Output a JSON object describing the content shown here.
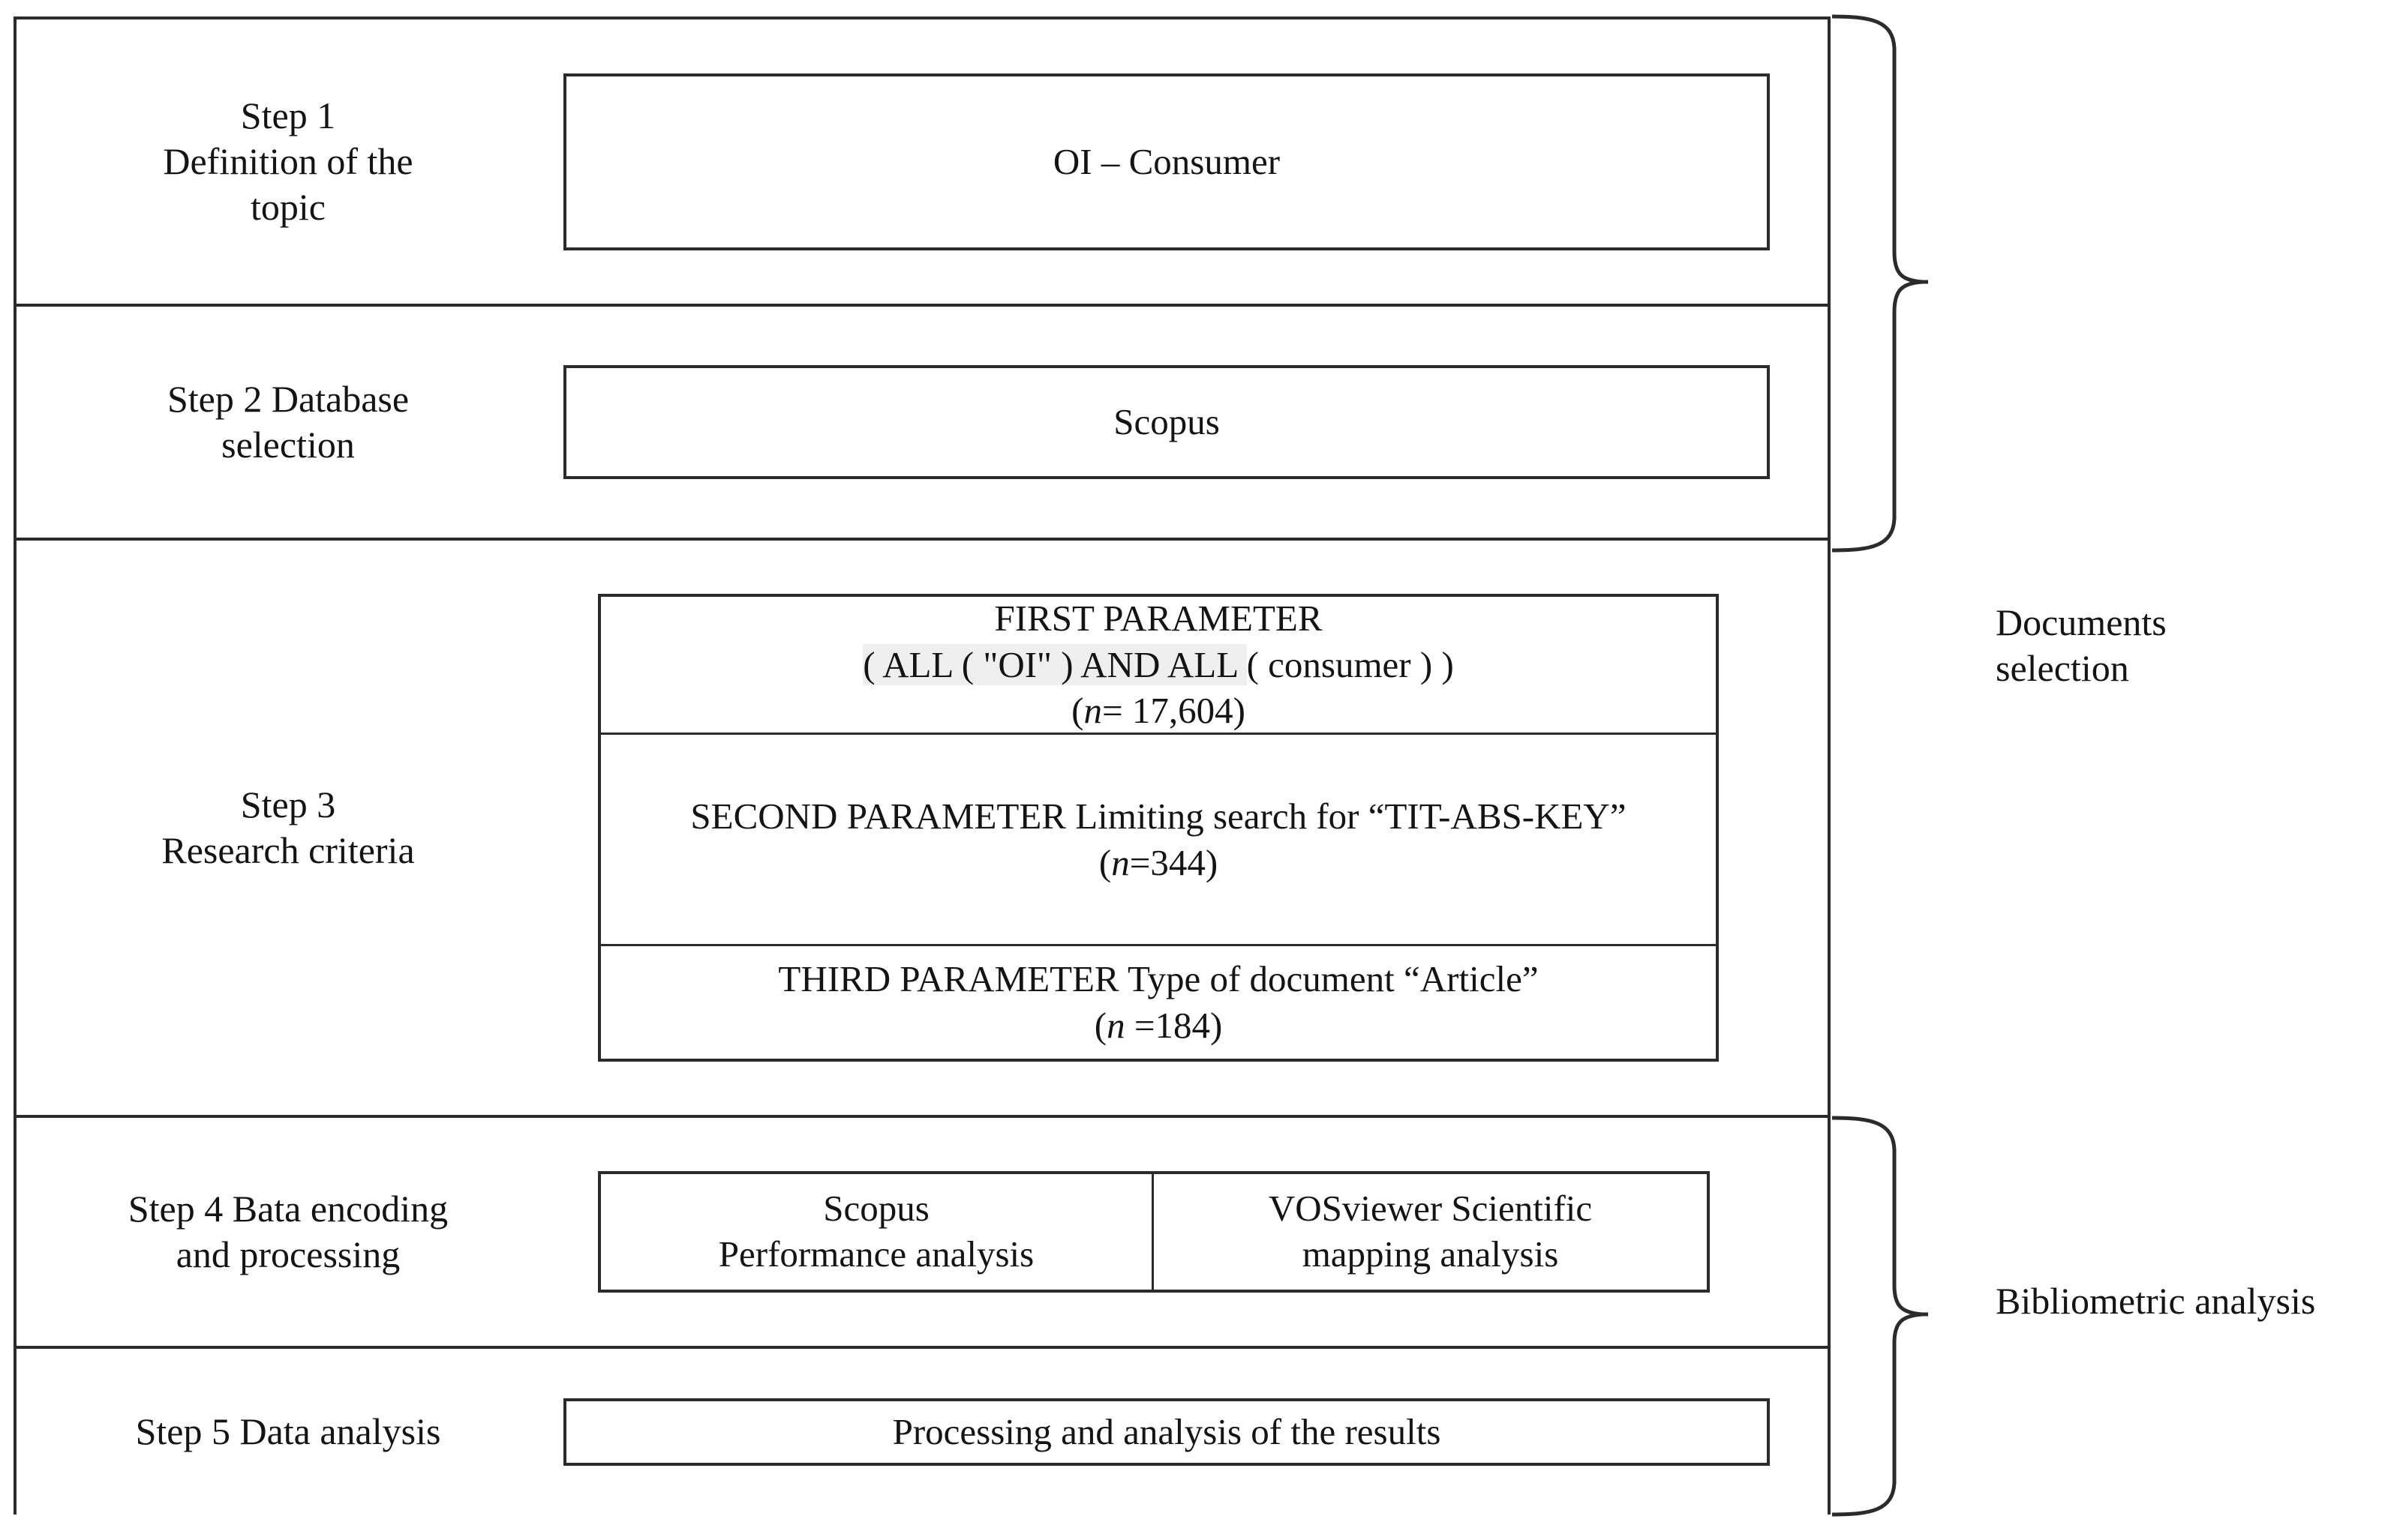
{
  "diagram": {
    "title": "Bibliometric research methodology flow",
    "steps": [
      {
        "label": "Step 1\nDefinition of the\ntopic",
        "content": "OI – Consumer"
      },
      {
        "label": "Step 2 Database\nselection",
        "content": "Scopus"
      },
      {
        "label": "Step 3\nResearch criteria",
        "parameters": [
          {
            "heading": "FIRST PARAMETER",
            "query_pre": "( ALL ( \"OI\" ) AND ALL ",
            "query_post": "( consumer ) )",
            "count_prefix": "(",
            "count_italic": "n",
            "count_value": "= 17,604)"
          },
          {
            "heading": "SECOND PARAMETER Limiting search for “TIT-ABS-KEY”",
            "count_prefix": "(",
            "count_italic": "n",
            "count_value": "=344)"
          },
          {
            "heading": "THIRD PARAMETER Type of document “Article”",
            "count_prefix": "(",
            "count_italic": "n",
            "count_value": " =184)"
          }
        ]
      },
      {
        "label": "Step 4 Bata encoding\nand processing",
        "columns": [
          "Scopus\nPerformance analysis",
          "VOSviewer Scientific\nmapping analysis"
        ]
      },
      {
        "label": "Step 5 Data analysis",
        "content": "Processing and analysis of the results"
      }
    ],
    "braces": [
      {
        "name": "documents-selection",
        "label": "Documents\nselection"
      },
      {
        "name": "bibliometric-analysis",
        "label": "Bibliometric analysis"
      }
    ],
    "colors": {
      "line": "#2b2b2b",
      "text": "#141414",
      "highlight": "#efefef",
      "background": "#ffffff"
    }
  }
}
